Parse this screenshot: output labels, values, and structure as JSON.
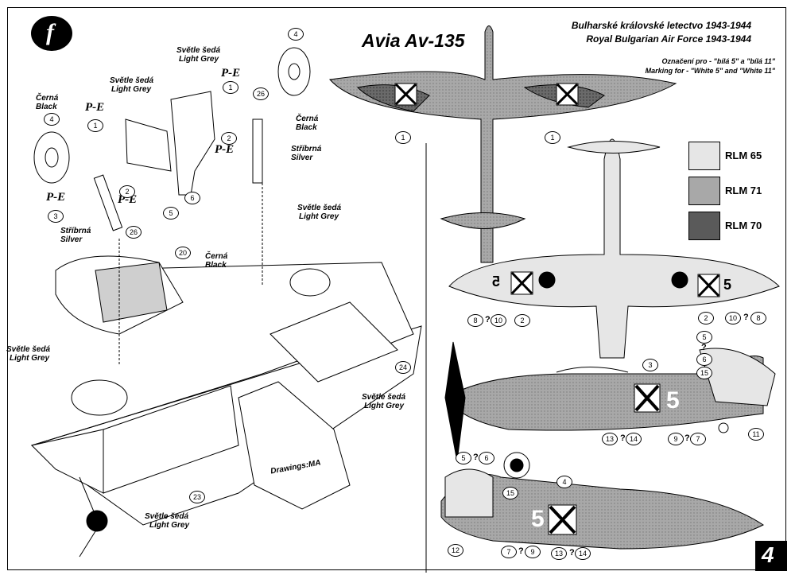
{
  "header": {
    "title": "Avia Av-135",
    "subtitle_cz": "Bulharské královské letectvo 1943-1944",
    "subtitle_en": "Royal Bulgarian Air Force 1943-1944",
    "marking_cz": "Označení pro - \"bílá 5\" a \"bílá 11\"",
    "marking_en": "Marking for - \"White 5\" and \"White 11\"",
    "page_number": "4",
    "logo_glyph": "f",
    "credit": "Drawings:MA"
  },
  "legend": [
    {
      "label": "RLM 65",
      "color": "#e6e6e6"
    },
    {
      "label": "RLM 71",
      "color": "#a8a8a8"
    },
    {
      "label": "RLM 70",
      "color": "#5a5a5a"
    }
  ],
  "colors": {
    "cerna_cz": "Černá",
    "cerna_en": "Black",
    "svetle_cz": "Světle šedá",
    "svetle_en": "Light Grey",
    "stribrna_cz": "Stříbrná",
    "stribrna_en": "Silver"
  },
  "pe": "P-E",
  "q": "?",
  "callouts": {
    "n1": "1",
    "n2": "2",
    "n3": "3",
    "n4": "4",
    "n5": "5",
    "n6": "6",
    "n7": "7",
    "n8": "8",
    "n9": "9",
    "n10": "10",
    "n11": "11",
    "n12": "12",
    "n13": "13",
    "n14": "14",
    "n15": "15",
    "n20": "20",
    "n23": "23",
    "n24": "24",
    "n26": "26"
  },
  "markings": {
    "white5": "5"
  }
}
